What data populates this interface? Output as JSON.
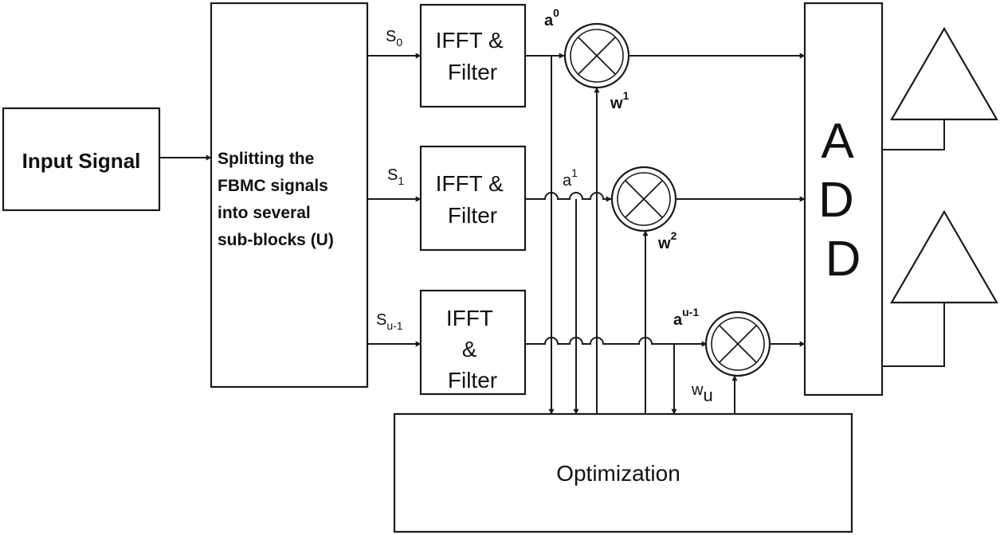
{
  "blocks": {
    "input": "Input Signal",
    "splitter": [
      "Splitting the",
      "FBMC signals",
      "into several",
      "sub-blocks (U)"
    ],
    "ifft_1": [
      "IFFT &",
      "Filter"
    ],
    "ifft_2": [
      "IFFT &",
      "Filter"
    ],
    "ifft_3": [
      "IFFT",
      "&",
      "Filter"
    ],
    "add": [
      "A",
      "D",
      "D"
    ],
    "optimization": "Optimization"
  },
  "signals": {
    "s": "S",
    "s0": {
      "base": "S",
      "sub": "0"
    },
    "s1": {
      "base": "S",
      "sub": "1"
    },
    "su1": {
      "base": "S",
      "sub": "u-1"
    },
    "a0": {
      "base": "a",
      "sup": "0"
    },
    "a1": {
      "base": "a",
      "sup": "1"
    },
    "au1": {
      "base": "a",
      "sup": "u-1"
    },
    "w1": {
      "base": "w",
      "sup": "1"
    },
    "w2": {
      "base": "w",
      "sup": "2"
    },
    "wu": {
      "base": "w",
      "sub": "u"
    }
  },
  "icons": {
    "mixer": "multiplier-circle-icon",
    "antenna": "antenna-triangle-icon"
  }
}
